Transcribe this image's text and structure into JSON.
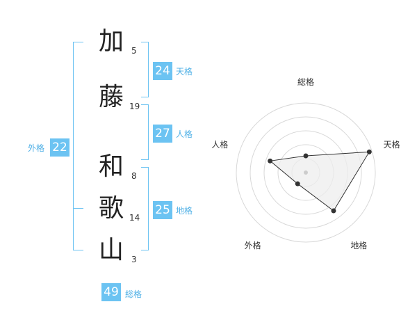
{
  "name": {
    "characters": [
      {
        "char": "加",
        "strokes": "5"
      },
      {
        "char": "藤",
        "strokes": "19"
      },
      {
        "char": "和",
        "strokes": "8"
      },
      {
        "char": "歌",
        "strokes": "14"
      },
      {
        "char": "山",
        "strokes": "3"
      }
    ]
  },
  "fortunes": {
    "tenkaku": {
      "label": "天格",
      "value": "24"
    },
    "jinkaku": {
      "label": "人格",
      "value": "27"
    },
    "chikaku": {
      "label": "地格",
      "value": "25"
    },
    "gaikaku": {
      "label": "外格",
      "value": "22"
    },
    "soukaku": {
      "label": "総格",
      "value": "49"
    }
  },
  "colors": {
    "accent": "#6cc3f2",
    "kanji": "#222222",
    "radar_line": "#333333",
    "radar_fill": "#eeeeee",
    "grid": "#d8d8d8"
  },
  "chart_data": {
    "type": "radar",
    "axes": [
      "総格",
      "天格",
      "地格",
      "外格",
      "人格"
    ],
    "values": [
      1.2,
      4.8,
      3.4,
      1.0,
      2.7
    ],
    "rlim": [
      0,
      5
    ],
    "grid_rings": 5
  }
}
